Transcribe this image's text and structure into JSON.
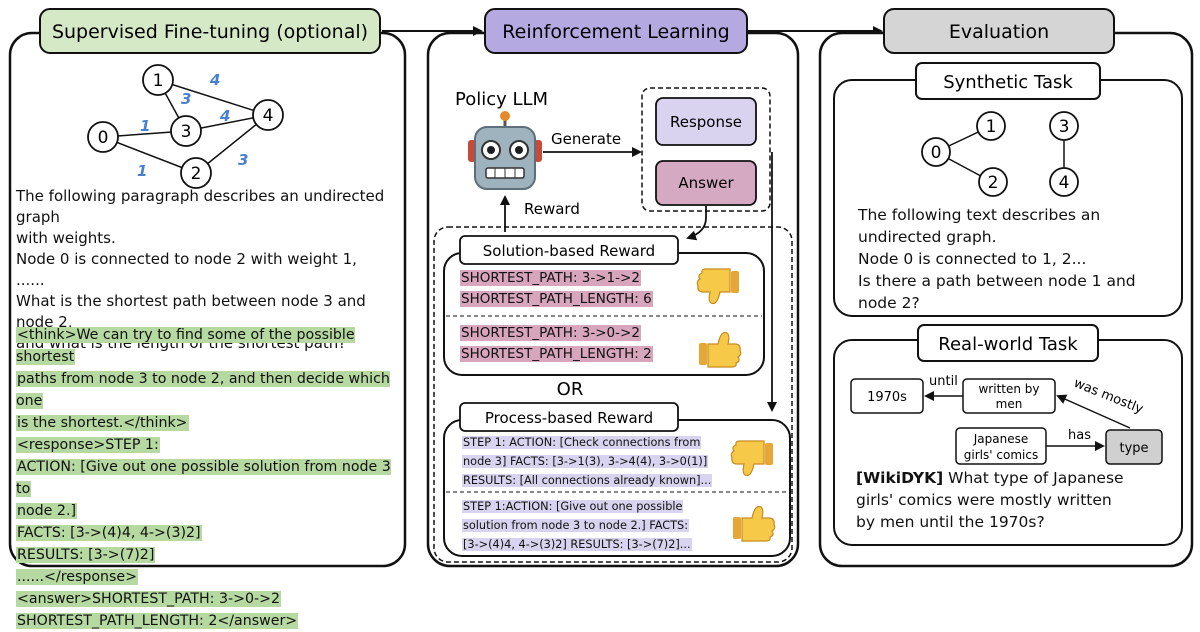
{
  "headers": {
    "sft": "Supervised Fine-tuning (optional)",
    "rl": "Reinforcement Learning",
    "eval": "Evaluation"
  },
  "colors": {
    "sft_header": "#d6e9c6",
    "rl_header": "#b4a9e0",
    "eval_header": "#d5d5d5",
    "highlight_green": "#b5d9a0",
    "highlight_rose": "#d7a6bd",
    "highlight_lavender": "#d8d3ee",
    "edge_weight_blue": "#4a7fd0",
    "response_box": "#d9d3ef",
    "answer_box": "#d5a9c2",
    "type_node": "#d0d0d0"
  },
  "sft": {
    "graph": {
      "nodes": [
        "0",
        "1",
        "2",
        "3",
        "4"
      ],
      "edges": [
        {
          "from": "0",
          "to": "3",
          "weight": "1"
        },
        {
          "from": "0",
          "to": "2",
          "weight": "1"
        },
        {
          "from": "1",
          "to": "3",
          "weight": "3"
        },
        {
          "from": "1",
          "to": "4",
          "weight": "4"
        },
        {
          "from": "3",
          "to": "4",
          "weight": "4"
        },
        {
          "from": "2",
          "to": "4",
          "weight": "3"
        }
      ]
    },
    "prompt_lines": [
      "The following paragraph describes an undirected graph",
      "with weights.",
      "Node 0 is connected to node 2 with weight 1,",
      "......",
      "What is the shortest path between node 3 and node 2,",
      "and what is the length of the shortest path?"
    ],
    "output_lines": [
      "<think>We can try to find some of the possible shortest",
      "paths from node 3 to node 2, and then decide which one",
      "is the shortest.</think>",
      "<response>STEP 1:",
      "ACTION: [Give out one possible solution from node 3 to",
      "node 2.]",
      "FACTS: [3->(4)4, 4->(3)2]",
      "RESULTS: [3->(7)2]",
      "......</response>",
      "<answer>SHORTEST_PATH: 3->0->2",
      "SHORTEST_PATH_LENGTH: 2</answer>"
    ]
  },
  "rl": {
    "policy_title": "Policy LLM",
    "generate_label": "Generate",
    "reward_label": "Reward",
    "response_label": "Response",
    "answer_label": "Answer",
    "solution_reward": {
      "title": "Solution-based Reward",
      "bad_lines": [
        "SHORTEST_PATH: 3->1->2",
        "SHORTEST_PATH_LENGTH: 6"
      ],
      "good_lines": [
        "SHORTEST_PATH: 3->0->2",
        "SHORTEST_PATH_LENGTH: 2"
      ]
    },
    "or_label": "OR",
    "process_reward": {
      "title": "Process-based Reward",
      "bad_lines": [
        "STEP 1: ACTION: [Check connections from",
        "node 3] FACTS: [3->1(3), 3->4(4), 3->0(1)]",
        "RESULTS: [All connections already known]..."
      ],
      "good_lines": [
        "STEP 1:ACTION: [Give out one possible",
        "solution from node 3 to node 2.] FACTS:",
        "[3->(4)4, 4->(3)2] RESULTS: [3->(7)2]..."
      ]
    },
    "thumb_down_icon": "thumbs-down",
    "thumb_up_icon": "thumbs-up",
    "robot_icon": "robot"
  },
  "evaluation": {
    "synthetic": {
      "title": "Synthetic Task",
      "nodes": [
        "0",
        "1",
        "2",
        "3",
        "4"
      ],
      "edges": [
        [
          "0",
          "1"
        ],
        [
          "0",
          "2"
        ],
        [
          "3",
          "4"
        ]
      ],
      "text_lines": [
        "The following text describes an",
        "undirected graph.",
        "Node 0 is connected to 1, 2...",
        "Is there a path between node 1 and",
        "node 2?"
      ]
    },
    "realworld": {
      "title": "Real-world Task",
      "kg_nodes": {
        "n1970s": "1970s",
        "written_by_men": "written by men",
        "japanese": "Japanese girls' comics",
        "type": "type"
      },
      "kg_edges": {
        "until": "until",
        "was_mostly": "was mostly",
        "has": "has"
      },
      "question_tag": "[WikiDYK]",
      "question_lines": [
        " What type of Japanese",
        "girls' comics were mostly written",
        "by men until the 1970s?"
      ]
    }
  }
}
